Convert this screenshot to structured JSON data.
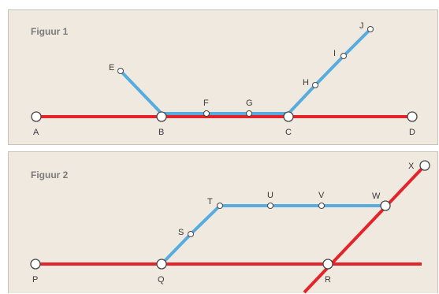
{
  "figure1": {
    "title": "Figuur 1",
    "red_line": {
      "color": "#e3252b",
      "stations": [
        "A",
        "B",
        "C",
        "D"
      ]
    },
    "blue_line": {
      "color": "#56acdf",
      "stations": [
        "E",
        "B",
        "F",
        "G",
        "C",
        "H",
        "I",
        "J"
      ]
    },
    "transfer_stations": [
      "B",
      "C"
    ]
  },
  "figure2": {
    "title": "Figuur 2",
    "red_line_horizontal": {
      "color": "#e3252b",
      "stations": [
        "P",
        "Q",
        "R"
      ]
    },
    "red_line_diagonal": {
      "color": "#e3252b",
      "stations": [
        "R",
        "W",
        "X"
      ]
    },
    "blue_line": {
      "color": "#56acdf",
      "stations": [
        "Q",
        "S",
        "T",
        "U",
        "V",
        "W"
      ]
    },
    "transfer_stations": [
      "Q",
      "R",
      "W"
    ]
  }
}
